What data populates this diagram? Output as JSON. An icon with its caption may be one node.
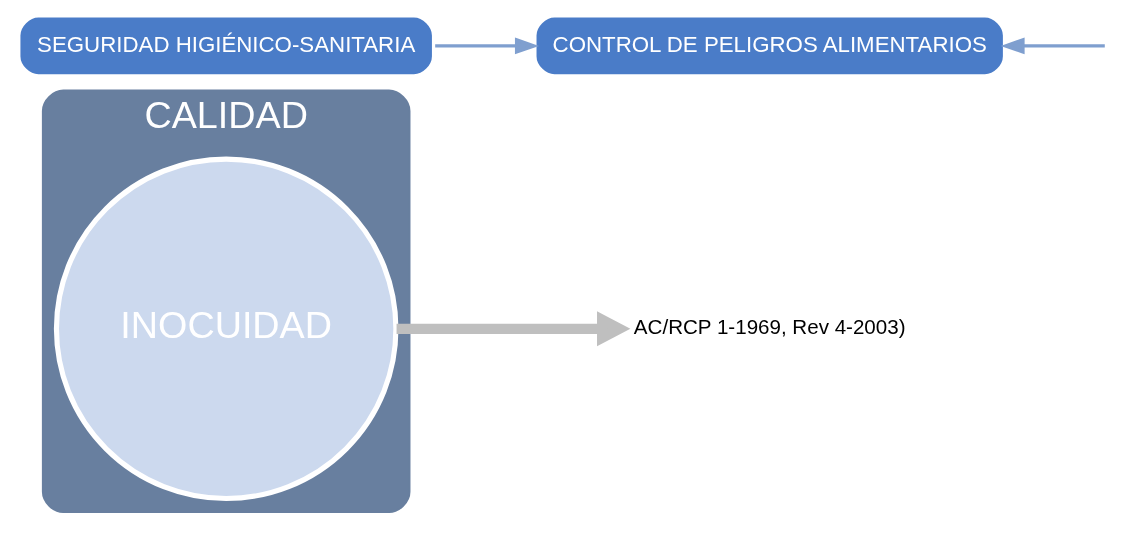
{
  "diagram": {
    "nodes": [
      {
        "text": [
          "CALIDAD"
        ]
      },
      {
        "text": [
          "INOCUIDAD"
        ],
        "in": 0
      },
      {
        "text": [
          "AC/RCP 1-1969, Rev 4-2003)"
        ]
      },
      {
        "text": [
          "CONTROL DE PELIGROS ALIMENTARIOS"
        ]
      },
      {
        "text": [
          "SEGURIDAD HIGIÉNICO-SANITARIA"
        ]
      }
    ],
    "edges": [
      {
        "from": 1,
        "to": 2,
        "arrow": "to",
        "style": "thick",
        "color": "#bfbfbf"
      },
      {
        "from": null,
        "to": 3,
        "arrow": "to"
      },
      {
        "from": 4,
        "to": 3,
        "arrow": "to"
      }
    ]
  }
}
